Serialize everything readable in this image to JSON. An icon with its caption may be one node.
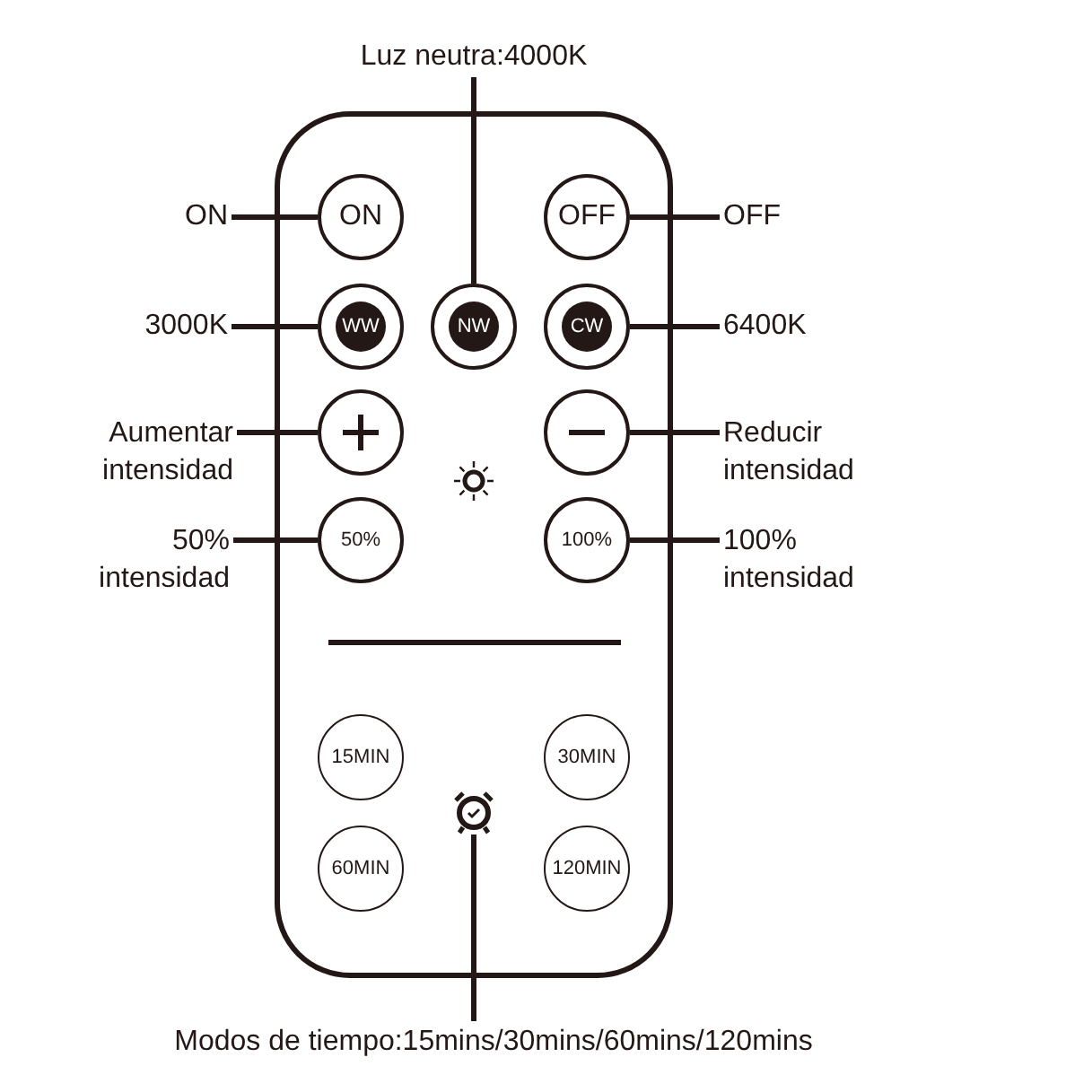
{
  "diagram": {
    "nodes": [
      {
        "text": [],
        "shape": "box"
      },
      {
        "text": [
          "Luz neutra:4000K"
        ]
      },
      {
        "text": [
          "ON"
        ]
      },
      {
        "text": [
          "ON"
        ],
        "in": 0
      },
      {
        "text": [
          "OFF"
        ],
        "in": 0
      },
      {
        "text": [
          "OFF"
        ]
      },
      {
        "text": [
          "3000K"
        ]
      },
      {
        "text": [
          "WW"
        ],
        "in": 0
      },
      {
        "text": [
          "NW"
        ],
        "in": 0
      },
      {
        "text": [
          "CW"
        ],
        "in": 0
      },
      {
        "text": [
          "6400K"
        ]
      },
      {
        "text": [
          "Aumentar intensidad"
        ]
      },
      {
        "text": [],
        "shape": "circle",
        "in": 0
      },
      {
        "text": [],
        "shape": "circle",
        "in": 0
      },
      {
        "text": [
          "Reducir intensidad"
        ]
      },
      {
        "text": [
          "50% intensidad"
        ]
      },
      {
        "text": [
          "50%"
        ],
        "in": 0
      },
      {
        "text": [
          "100%"
        ],
        "in": 0
      },
      {
        "text": [
          "100% intensidad"
        ]
      },
      {
        "text": [
          "15MIN"
        ],
        "in": 0
      },
      {
        "text": [
          "30MIN"
        ],
        "in": 0
      },
      {
        "text": [
          "60MIN"
        ],
        "in": 0
      },
      {
        "text": [
          "120MIN"
        ],
        "in": 0
      },
      {
        "text": [],
        "shape": "clock",
        "in": 0
      },
      {
        "text": [
          "Modos de tiempo:15mins/30mins/60mins/120mins"
        ]
      }
    ],
    "edges": [
      {
        "from": 1,
        "to": 8,
        "arrow": "none"
      },
      {
        "from": 2,
        "to": 3,
        "arrow": "none"
      },
      {
        "from": 5,
        "to": 4,
        "arrow": "none"
      },
      {
        "from": 6,
        "to": 7,
        "arrow": "none"
      },
      {
        "from": 10,
        "to": 9,
        "arrow": "none"
      },
      {
        "from": 11,
        "to": 12,
        "arrow": "none"
      },
      {
        "from": 14,
        "to": 13,
        "arrow": "none"
      },
      {
        "from": 15,
        "to": 16,
        "arrow": "none"
      },
      {
        "from": 18,
        "to": 17,
        "arrow": "none"
      },
      {
        "from": 24,
        "to": 23,
        "arrow": "none"
      }
    ]
  }
}
